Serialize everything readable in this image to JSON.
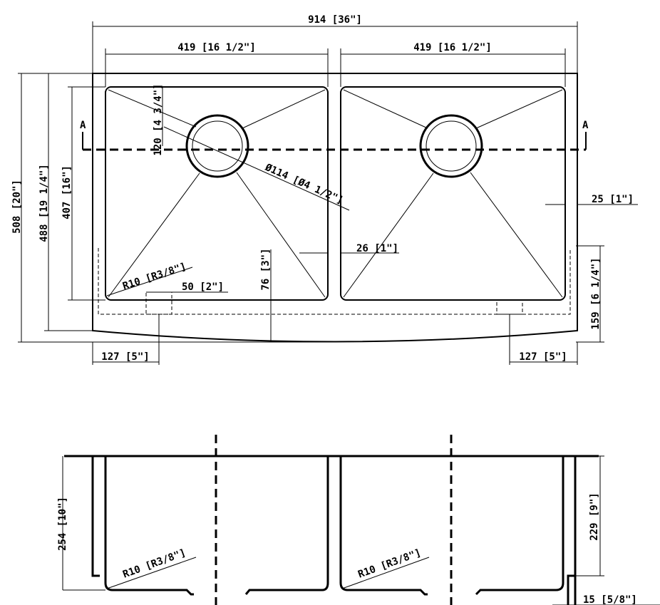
{
  "top_view": {
    "overall_width": "914 [36\"]",
    "bowl_width_left": "419 [16 1/2\"]",
    "bowl_width_right": "419 [16 1/2\"]",
    "overall_depth": "508 [20\"]",
    "side_depth": "488 [19 1/4\"]",
    "bowl_depth": "407 [16\"]",
    "drain_offset": "120 [4 3/4\"]",
    "drain_diameter": "Ø114 [Ø4 1/2\"]",
    "divider": "26 [1\"]",
    "rim_right": "25 [1\"]",
    "apron_height_center": "76 [3\"]",
    "apron_height_side": "159 [6 1/4\"]",
    "corner_radius": "R10 [R3/8\"]",
    "notch_width": "50 [2\"]",
    "notch_offset_left": "127 [5\"]",
    "notch_offset_right": "127 [5\"]",
    "section_mark_left": "A",
    "section_mark_right": "A"
  },
  "section_view": {
    "overall_height": "254 [10\"]",
    "bowl_height": "229 [9\"]",
    "flange": "15 [5/8\"]",
    "radius_left": "R10 [R3/8\"]",
    "radius_right": "R10 [R3/8\"]"
  }
}
